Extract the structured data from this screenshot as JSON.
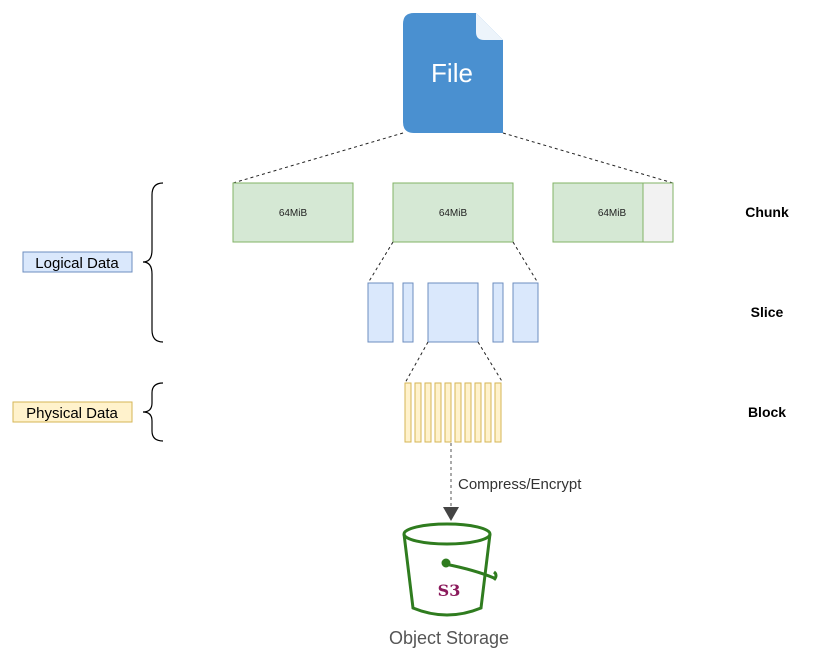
{
  "file": {
    "label": "File",
    "color": "#4a90d0"
  },
  "chunks": [
    {
      "label": "64MiB",
      "fill": 1.0
    },
    {
      "label": "64MiB",
      "fill": 1.0
    },
    {
      "label": "64MiB",
      "fill": 0.75
    }
  ],
  "levels": {
    "chunk": "Chunk",
    "slice": "Slice",
    "block": "Block"
  },
  "groups": {
    "logical": "Logical Data",
    "physical": "Physical Data"
  },
  "slice_count": 5,
  "block_count": 10,
  "arrow_label": "Compress/Encrypt",
  "storage": {
    "icon_text": "S3",
    "label": "Object Storage"
  },
  "colors": {
    "chunk_fill": "#d5e8d4",
    "chunk_stroke": "#82b366",
    "chunk_empty": "#f2f2f2",
    "slice_fill": "#dae8fc",
    "slice_stroke": "#6c8ebf",
    "block_fill": "#fff2cc",
    "block_stroke": "#d6b656",
    "bucket": "#2f7c1f",
    "s3_text": "#8b1a5c"
  }
}
